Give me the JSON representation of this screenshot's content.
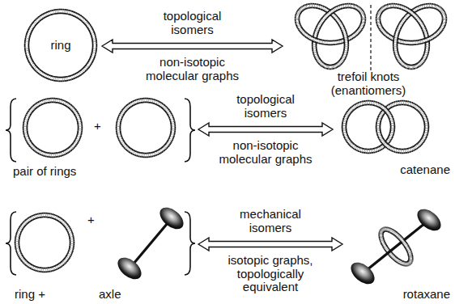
{
  "diagram": {
    "nodes": [
      {
        "text": [
          "ring"
        ]
      },
      {
        "text": [
          "trefoil knots (enantiomers)"
        ]
      },
      {
        "text": [
          "pair of rings"
        ]
      },
      {
        "text": [
          "catenane"
        ]
      },
      {
        "text": [
          "ring +",
          "axle"
        ]
      },
      {
        "text": [
          "rotaxane"
        ]
      }
    ],
    "edges": [
      {
        "from": 0,
        "to": 1,
        "arrow": "both",
        "label": "topological isomers"
      },
      {
        "from": 2,
        "to": 3,
        "arrow": "both",
        "label": "topological isomers"
      },
      {
        "from": 4,
        "to": 5,
        "arrow": "both",
        "label": "mechanical isomers"
      }
    ],
    "labels": [
      "non-isotopic molecular graphs",
      "+",
      "non-isotopic molecular graphs",
      "+",
      "isotopic graphs, topologically equivalent"
    ]
  }
}
